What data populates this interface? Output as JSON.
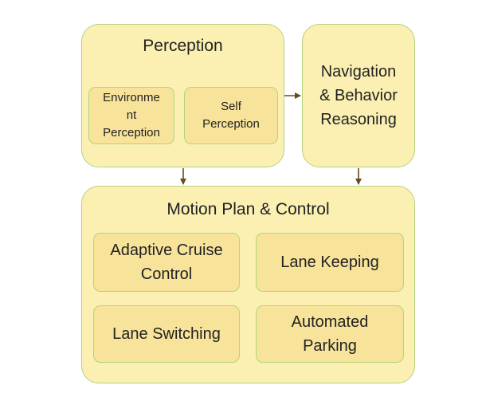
{
  "perception": {
    "title": "Perception",
    "env_line1": "Environme",
    "env_line2": "nt",
    "env_line3": "Perception",
    "self_line1": "Self",
    "self_line2": "Perception"
  },
  "navigation": {
    "line1": "Navigation",
    "line2": "& Behavior",
    "line3": "Reasoning"
  },
  "motion": {
    "title": "Motion Plan & Control",
    "acc_line1": "Adaptive Cruise",
    "acc_line2": "Control",
    "lane_keeping": "Lane Keeping",
    "lane_switching": "Lane Switching",
    "parking_line1": "Automated",
    "parking_line2": "Parking"
  },
  "colors": {
    "outer_fill": "#fbf0b2",
    "inner_fill": "#f8e39a",
    "border": "#b3d37f",
    "arrow": "#6b4a1f"
  }
}
